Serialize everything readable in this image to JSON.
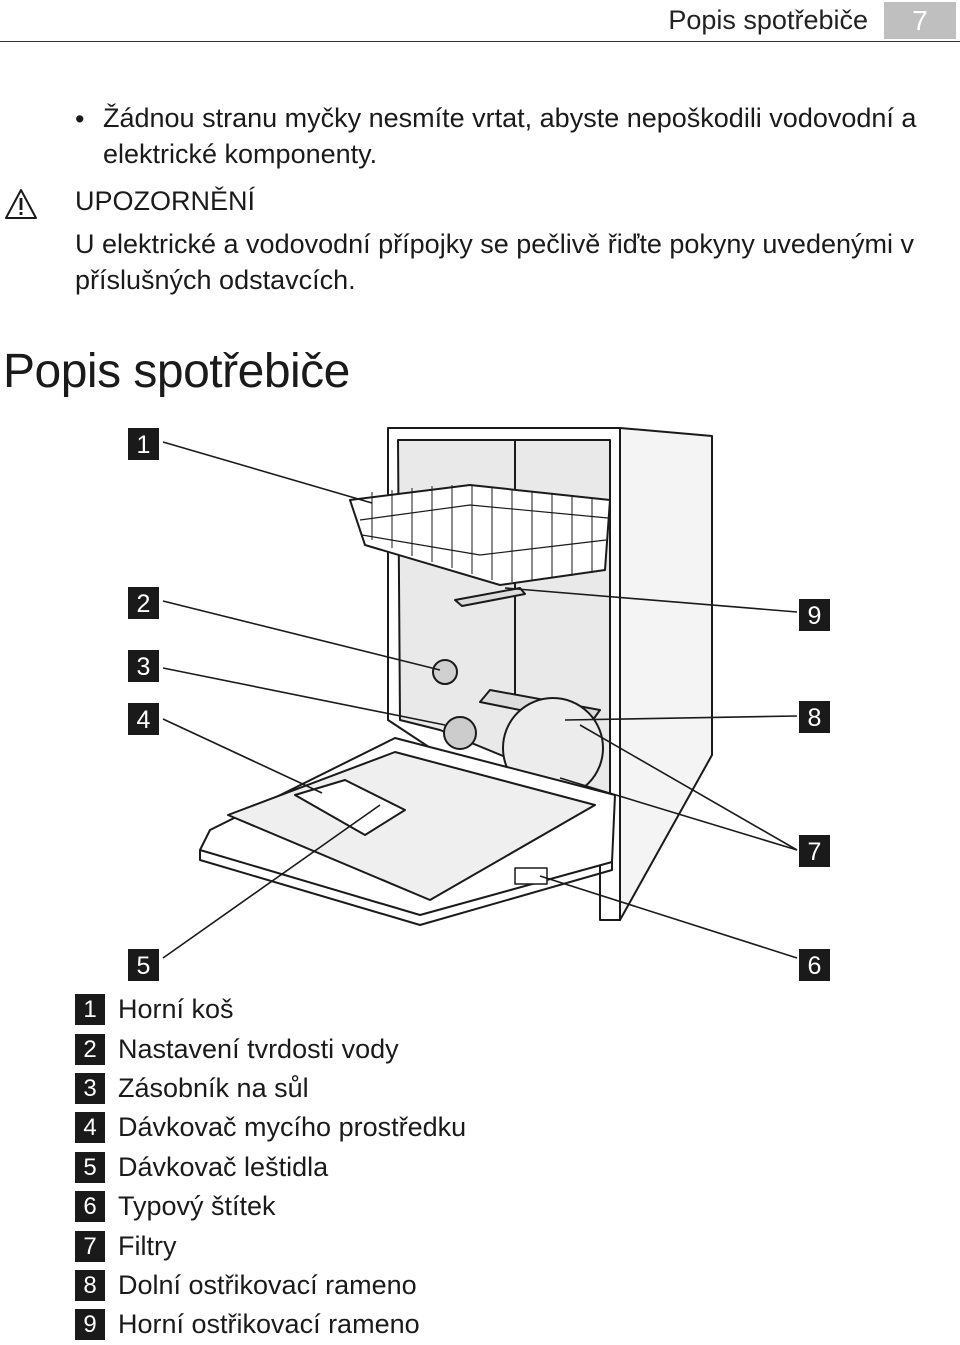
{
  "header": {
    "title": "Popis spotřebiče",
    "page_number": "7"
  },
  "bullet": {
    "symbol": "•",
    "text": "Žádnou stranu myčky nesmíte vrtat, abyste nepoškodili vodovodní a elektrické komponenty."
  },
  "warning": {
    "icon": "warning-triangle-icon",
    "title": "UPOZORNĚNÍ",
    "text": "U elektrické a vodovodní přípojky se pečlivě řiďte pokyny uvedenými v příslušných odstavcích."
  },
  "section": {
    "title": "Popis spotřebiče"
  },
  "diagram": {
    "callouts": [
      "1",
      "2",
      "3",
      "4",
      "5",
      "6",
      "7",
      "8",
      "9"
    ]
  },
  "legend": [
    {
      "number": "1",
      "label": "Horní koš"
    },
    {
      "number": "2",
      "label": "Nastavení tvrdosti vody"
    },
    {
      "number": "3",
      "label": "Zásobník na sůl"
    },
    {
      "number": "4",
      "label": "Dávkovač mycího prostředku"
    },
    {
      "number": "5",
      "label": "Dávkovač leštidla"
    },
    {
      "number": "6",
      "label": "Typový štítek"
    },
    {
      "number": "7",
      "label": "Filtry"
    },
    {
      "number": "8",
      "label": "Dolní ostřikovací rameno"
    },
    {
      "number": "9",
      "label": "Horní ostřikovací rameno"
    }
  ]
}
